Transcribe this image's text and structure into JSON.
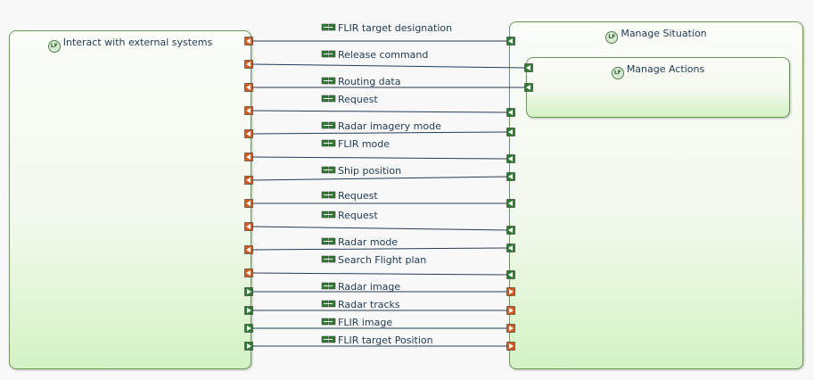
{
  "functions": {
    "external": {
      "name": "Interact with external systems",
      "badge": "LF"
    },
    "situation": {
      "name": "Manage Situation",
      "badge": "LF"
    },
    "actions": {
      "name": "Manage Actions",
      "badge": "LF"
    }
  },
  "exchanges": [
    {
      "label": "FLIR target designation",
      "direction": "to-external",
      "target": "situation"
    },
    {
      "label": "Release command",
      "direction": "to-external",
      "target": "actions"
    },
    {
      "label": "Routing data",
      "direction": "to-external",
      "target": "actions"
    },
    {
      "label": "Request",
      "direction": "to-external",
      "target": "situation"
    },
    {
      "label": "Radar imagery mode",
      "direction": "to-external",
      "target": "situation"
    },
    {
      "label": "FLIR mode",
      "direction": "to-external",
      "target": "situation"
    },
    {
      "label": "Ship position",
      "direction": "to-external",
      "target": "situation"
    },
    {
      "label": "Request",
      "direction": "to-external",
      "target": "situation"
    },
    {
      "label": "Request",
      "direction": "to-external",
      "target": "situation"
    },
    {
      "label": "Radar mode",
      "direction": "to-external",
      "target": "situation"
    },
    {
      "label": "Search Flight plan",
      "direction": "to-external",
      "target": "situation"
    },
    {
      "label": "Radar image",
      "direction": "to-situation",
      "target": "situation"
    },
    {
      "label": "Radar tracks",
      "direction": "to-situation",
      "target": "situation"
    },
    {
      "label": "FLIR image",
      "direction": "to-situation",
      "target": "situation"
    },
    {
      "label": "FLIR target Position",
      "direction": "to-situation",
      "target": "situation"
    }
  ],
  "colors": {
    "output_port": "#2f7d32",
    "input_port": "#d85a1a",
    "exchange_icon": "#2f7d32",
    "edge": "#243b55"
  }
}
